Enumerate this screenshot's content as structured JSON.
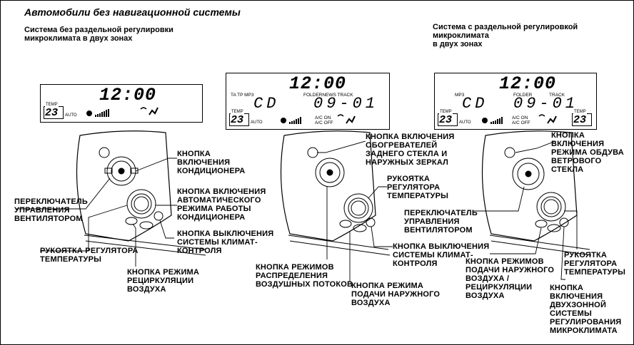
{
  "page": {
    "title": "Автомобили без навигационной системы",
    "left_subtitle": "Система без раздельной регулировки\nмикроклимата в двух зонах",
    "right_subtitle": "Система с раздельной регулировкой микроклимата\nв двух зонах"
  },
  "display1": {
    "time": "12:00",
    "temp_label": "TEMP",
    "temp": "23",
    "auto": "AUTO"
  },
  "display2": {
    "time": "12:00",
    "top_left": "TA TP MP3",
    "top_mid": "FOLDERNEWS TRACK",
    "source": "CD",
    "track": "09-01",
    "temp_label": "TEMP",
    "temp": "23",
    "auto": "AUTO",
    "ac_on": "A/C ON",
    "ac_off": "A/C OFF"
  },
  "display3": {
    "time": "12:00",
    "top_left": "MP3",
    "folder": "FOLDER",
    "track_label": "TRACK",
    "source": "CD",
    "track": "09-01",
    "temp_label": "TEMP",
    "temp_left": "23",
    "temp_right": "23",
    "auto": "AUTO",
    "ac_on": "A/C ON",
    "ac_off": "A/C OFF"
  },
  "labels": {
    "p1_ac_button": "КНОПКА\nВКЛЮЧЕНИЯ\nКОНДИЦИОНЕРА",
    "p1_fan_switch": "ПЕРЕКЛЮЧАТЕЛЬ\nУПРАВЛЕНИЯ\nВЕНТИЛЯТОРОМ",
    "p1_auto_button": "КНОПКА ВКЛЮЧЕНИЯ\nАВТОМАТИЧЕСКОГО\nРЕЖИМА РАБОТЫ\nКОНДИЦИОНЕРА",
    "p1_off_button": "КНОПКА ВЫКЛЮЧЕНИЯ\nСИСТЕМЫ КЛИМАТ-\nКОНТРОЛЯ",
    "p1_temp_knob": "РУКОЯТКА РЕГУЛЯТОРА\nТЕМПЕРАТУРЫ",
    "p1_recirc_button": "КНОПКА РЕЖИМА\nРЕЦИРКУЛЯЦИИ\nВОЗДУХА",
    "p2_rear_defog": "КНОПКА ВКЛЮЧЕНИЯ\nОБОГРЕВАТЕЛЕЙ\nЗАДНЕГО СТЕКЛА И\nНАРУЖНЫХ ЗЕРКАЛ",
    "p2_temp_knob": "РУКОЯТКА\nРЕГУЛЯТОРА\nТЕМПЕРАТУРЫ",
    "p2_off_button": "КНОПКА ВЫКЛЮЧЕНИЯ\nСИСТЕМЫ КЛИМАТ-\nКОНТРОЛЯ",
    "p2_mode_button": "КНОПКА РЕЖИМОВ\nРАСПРЕДЕЛЕНИЯ\nВОЗДУШНЫХ ПОТОКОВ",
    "p2_fresh_air": "КНОПКА РЕЖИМА\nПОДАЧИ НАРУЖНОГО\nВОЗДУХА",
    "p3_windshield": "КНОПКА\nВКЛЮЧЕНИЯ\nРЕЖИМА ОБДУВА\nВЕТРОВОГО СТЕКЛА",
    "p3_fan_switch": "ПЕРЕКЛЮЧАТЕЛЬ\nУПРАВЛЕНИЯ\nВЕНТИЛЯТОРОМ",
    "p3_air_mode": "КНОПКА РЕЖИМОВ\nПОДАЧИ НАРУЖНОГО\nВОЗДУХА /\nРЕЦИРКУЛЯЦИИ\nВОЗДУХА",
    "p3_temp_knob": "РУКОЯТКА\nРЕГУЛЯТОРА\nТЕМПЕРАТУРЫ",
    "p3_dual_zone": "КНОПКА\nВКЛЮЧЕНИЯ\nДВУХЗОННОЙ\nСИСТЕМЫ\nРЕГУЛИРОВАНИЯ\nМИКРОКЛИМАТА"
  }
}
